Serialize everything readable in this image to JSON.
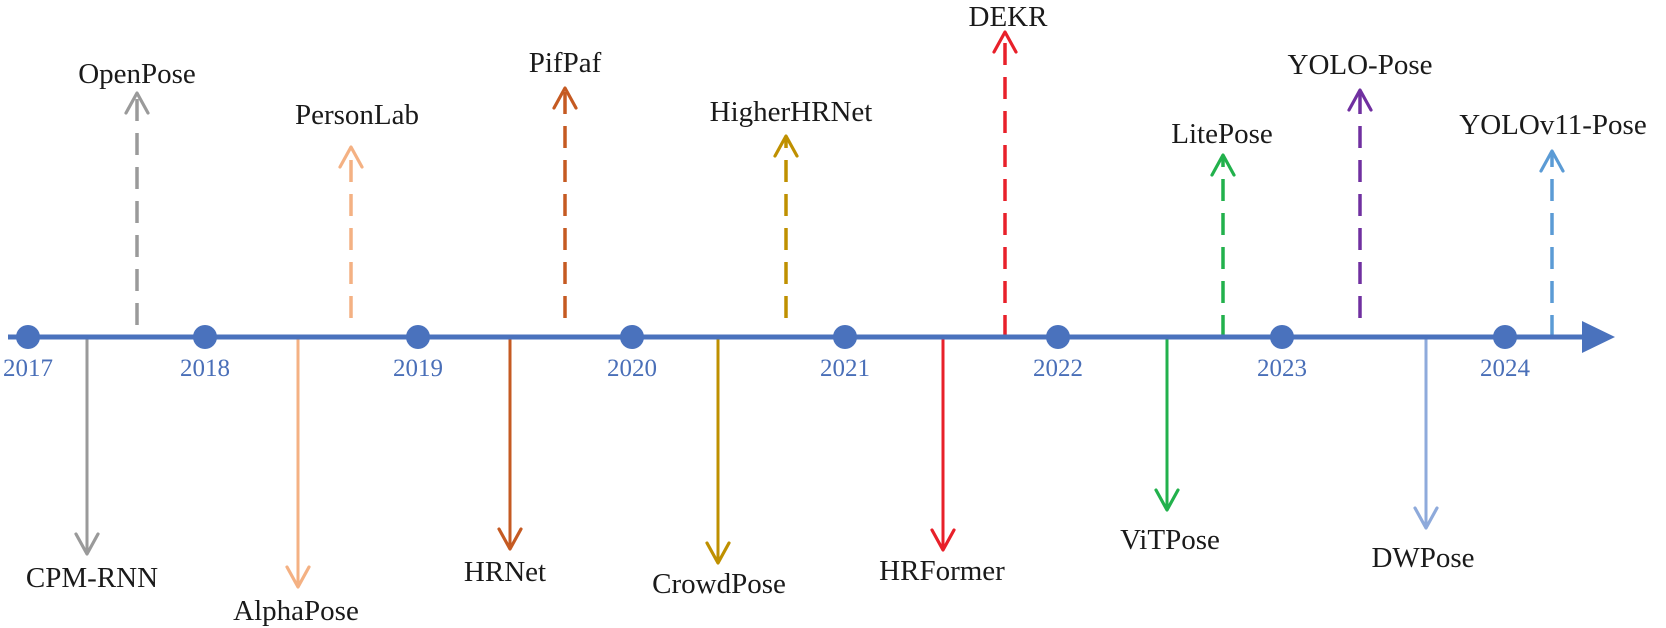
{
  "colors": {
    "axis": "#4a72bd",
    "year_text": "#4a6fb8",
    "label_text": "#1a1a1a"
  },
  "timeline": {
    "years": [
      {
        "label": "2017"
      },
      {
        "label": "2018"
      },
      {
        "label": "2019"
      },
      {
        "label": "2020"
      },
      {
        "label": "2021"
      },
      {
        "label": "2022"
      },
      {
        "label": "2023"
      },
      {
        "label": "2024"
      }
    ]
  },
  "methods_above": [
    {
      "name": "OpenPose",
      "color": "#9a9a9a",
      "style": "dashed"
    },
    {
      "name": "PersonLab",
      "color": "#f4b183",
      "style": "dashed"
    },
    {
      "name": "PifPaf",
      "color": "#c55a22",
      "style": "dashed"
    },
    {
      "name": "HigherHRNet",
      "color": "#bf9000",
      "style": "dashed"
    },
    {
      "name": "DEKR",
      "color": "#e8202a",
      "style": "dashed"
    },
    {
      "name": "LitePose",
      "color": "#22b14c",
      "style": "dashed"
    },
    {
      "name": "YOLO-Pose",
      "color": "#7030a0",
      "style": "dashed"
    },
    {
      "name": "YOLOv11-Pose",
      "color": "#5b9bd5",
      "style": "dashed"
    }
  ],
  "methods_below": [
    {
      "name": "CPM-RNN",
      "color": "#9a9a9a",
      "style": "solid"
    },
    {
      "name": "AlphaPose",
      "color": "#f4b183",
      "style": "solid"
    },
    {
      "name": "HRNet",
      "color": "#c55a22",
      "style": "solid"
    },
    {
      "name": "CrowdPose",
      "color": "#bf9000",
      "style": "solid"
    },
    {
      "name": "HRFormer",
      "color": "#e8202a",
      "style": "solid"
    },
    {
      "name": "ViTPose",
      "color": "#22b14c",
      "style": "solid"
    },
    {
      "name": "DWPose",
      "color": "#8eaadb",
      "style": "solid"
    }
  ]
}
